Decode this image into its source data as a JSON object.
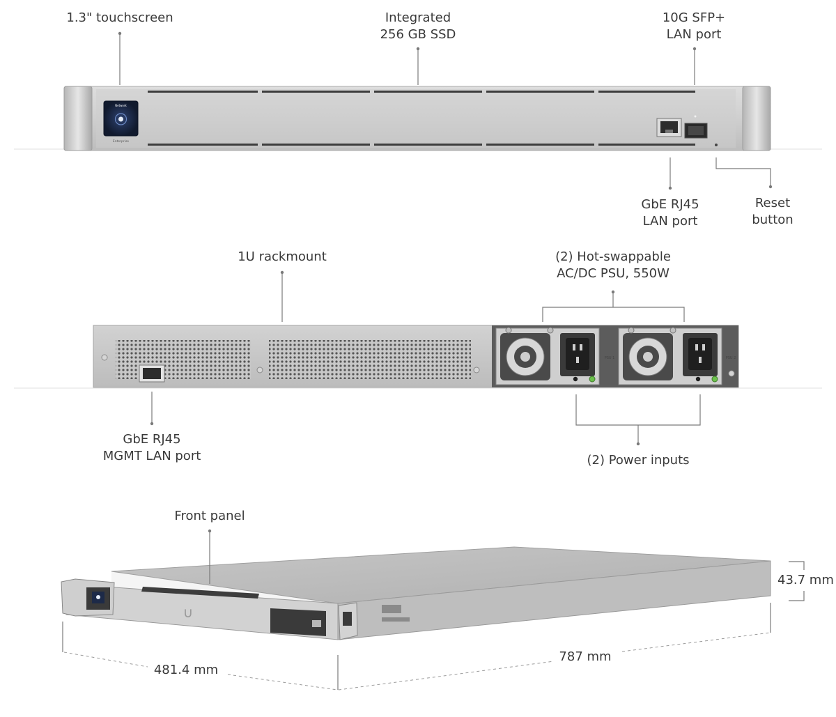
{
  "front_view": {
    "touchscreen": "1.3\" touchscreen",
    "ssd": [
      "Integrated",
      "256 GB SSD"
    ],
    "sfp": [
      "10G SFP+",
      "LAN port"
    ],
    "rj45": [
      "GbE RJ45",
      "LAN port"
    ],
    "reset": [
      "Reset",
      "button"
    ],
    "screen_text": {
      "top": "Network",
      "bottom": "Enterprise"
    }
  },
  "rear_view": {
    "rackmount": "1U rackmount",
    "psu": [
      "(2) Hot-swappable",
      "AC/DC PSU, 550W"
    ],
    "mgmt": [
      "GbE RJ45",
      "MGMT LAN port"
    ],
    "power_inputs": "(2) Power inputs",
    "psu_labels": [
      "PSU 1",
      "PSU 2"
    ]
  },
  "angled_view": {
    "front_panel": "Front panel",
    "height": "43.7 mm",
    "depth": "787 mm",
    "width": "481.4 mm"
  },
  "colors": {
    "chassis": "#c9c9c9",
    "accent_screen": "#1d2a48",
    "led_green": "#6bc04b"
  }
}
